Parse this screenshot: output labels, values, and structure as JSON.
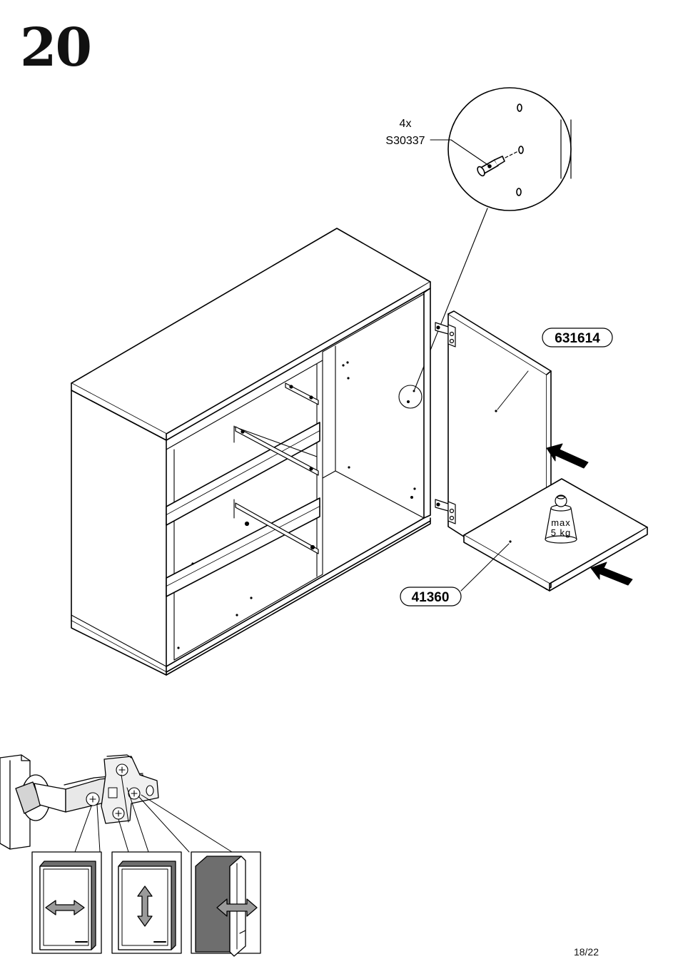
{
  "step": {
    "number": "20"
  },
  "callouts": {
    "connector_qty": "4x",
    "connector_part": "S30337",
    "door_part": "631614",
    "shelf_part": "41360",
    "weight_max": "max",
    "weight_value": "5 kg"
  },
  "footer": {
    "page": "18/22"
  }
}
